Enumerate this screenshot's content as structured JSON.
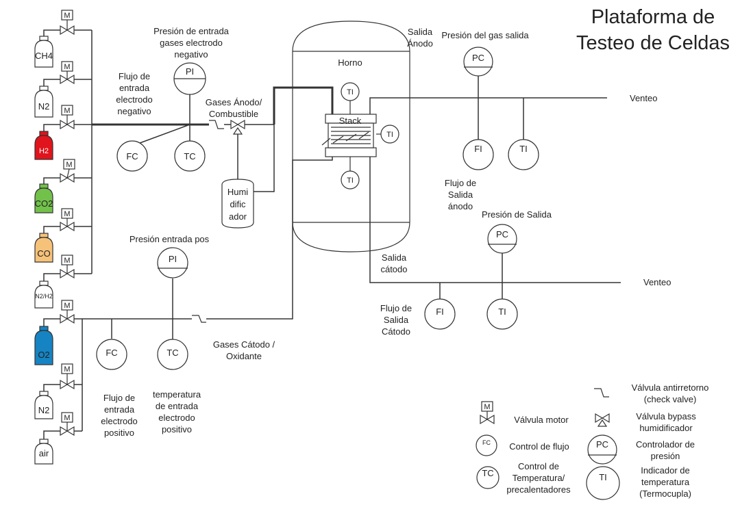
{
  "title": {
    "line1": "Plataforma de",
    "line2": "Testeo de Celdas"
  },
  "colors": {
    "h2": "#e0141c",
    "co2": "#72c14b",
    "co": "#f6c27a",
    "o2": "#1683c2",
    "pipe": "#333333"
  },
  "cylinders": {
    "ch4": "CH4",
    "n2_top": "N2",
    "h2": "H2",
    "co2": "CO2",
    "co": "CO",
    "n2h2": "N2/H2",
    "o2": "O2",
    "n2_bottom": "N2",
    "air": "air"
  },
  "motor_valve_label": "M",
  "anode_inlet": {
    "pressure_label": "Presión de entrada gases electrodo negativo",
    "pi": "PI",
    "fc": "FC",
    "tc": "TC",
    "flow_label": "Flujo de entrada electrodo negativo",
    "gases_label": "Gases Ánodo/ Combustible",
    "humidifier": "Humi dific ador"
  },
  "oven": {
    "label": "Horno",
    "stack": "Stack",
    "ti": "TI"
  },
  "anode_outlet": {
    "salida_anodo": "Salida Ánodo",
    "pressure_label": "Presión del gas salida",
    "pc": "PC",
    "fi": "FI",
    "ti": "TI",
    "flow_label": "Flujo de Salida ánodo",
    "venteo": "Venteo"
  },
  "cathode_outlet": {
    "salida_catodo": "Salida cátodo",
    "pressure_label": "Presión de Salida",
    "pc": "PC",
    "fi": "FI",
    "ti": "TI",
    "flow_label": "Flujo de Salida Cátodo",
    "venteo": "Venteo"
  },
  "cathode_inlet": {
    "pressure_label": "Presión entrada pos",
    "pi": "PI",
    "fc": "FC",
    "tc": "TC",
    "gases_label": "Gases Cátodo / Oxidante",
    "flow_label": "Flujo de entrada electrodo positivo",
    "temp_label": "temperatura de entrada electrodo positivo"
  },
  "legend": {
    "check_valve": "Válvula antirretorno (check valve)",
    "motor_valve": "Válvula motor",
    "bypass_valve": "Válvula bypass humidificador",
    "fc_symbol": "FC",
    "fc_label": "Control de flujo",
    "pc_symbol": "PC",
    "pc_label": "Controlador de presión",
    "tc_symbol": "TC",
    "tc_label": "Control de Temperatura/ precalentadores",
    "ti_symbol": "TI",
    "ti_label": "Indicador de temperatura (Termocupla)"
  }
}
